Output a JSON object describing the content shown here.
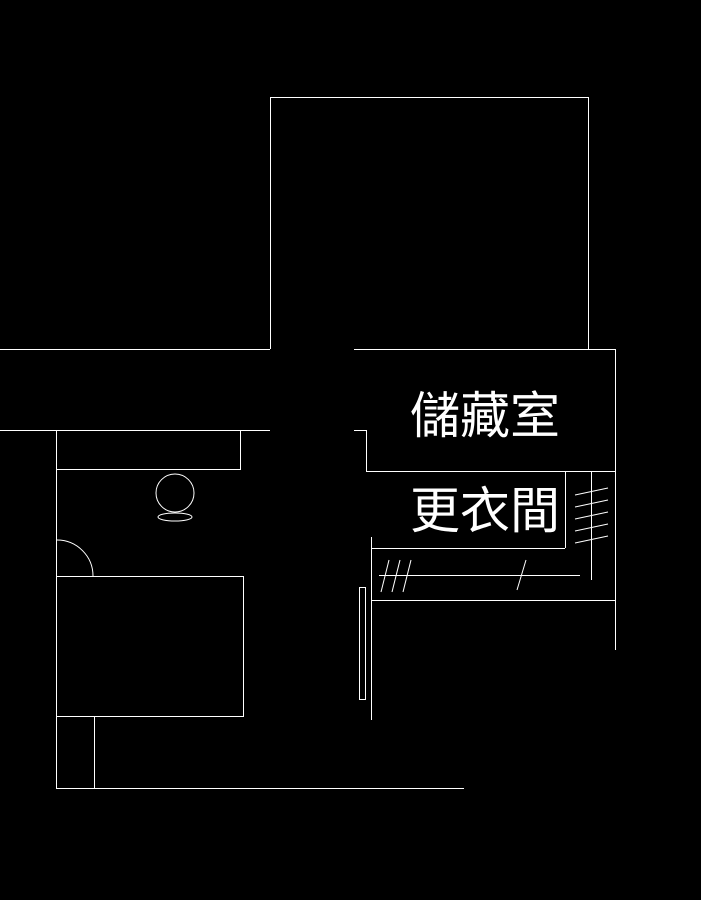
{
  "diagram": {
    "type": "floor-plan",
    "line_color": "#ffffff",
    "background_color": "#000000"
  },
  "rooms": {
    "storage": {
      "label": "儲藏室"
    },
    "walk_in_closet": {
      "label": "更衣間"
    }
  }
}
